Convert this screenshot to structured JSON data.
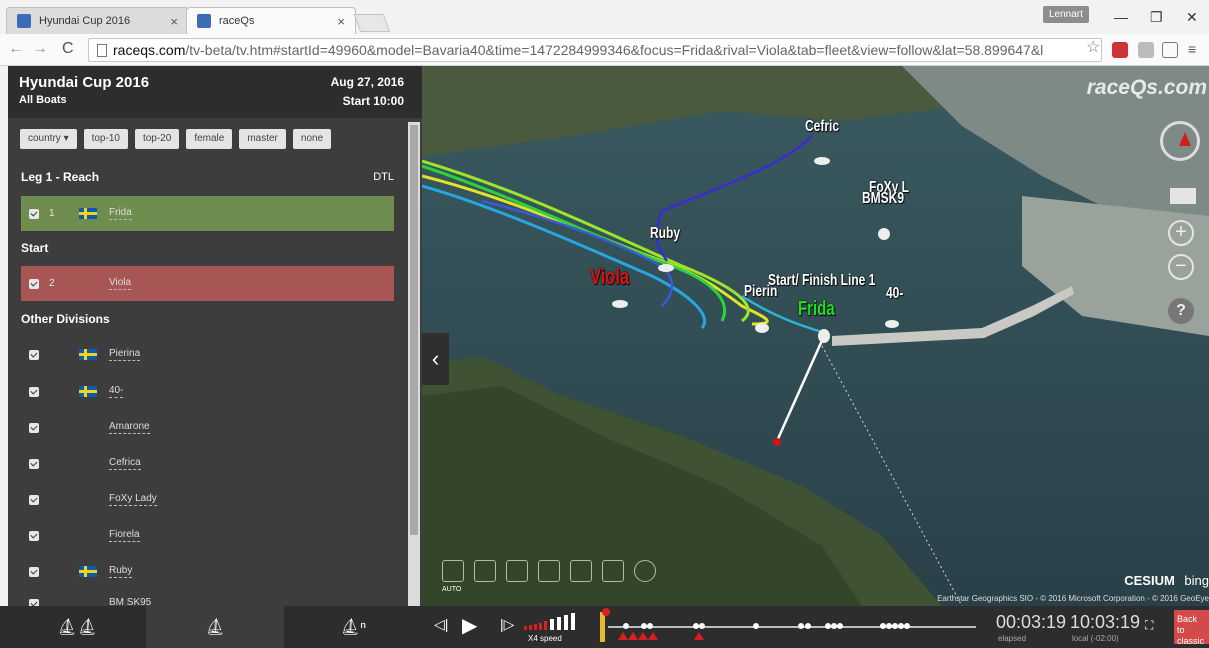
{
  "browser": {
    "tabs": [
      {
        "title": "Hyundai Cup 2016",
        "active": false
      },
      {
        "title": "raceQs",
        "active": true
      }
    ],
    "profile": "Lennart",
    "url_host": "raceqs.com",
    "url_path": "/tv-beta/tv.htm#startId=49960&model=Bavaria40&time=1472284999346&focus=Frida&rival=Viola&tab=fleet&view=follow&lat=58.899647&l"
  },
  "panel": {
    "title": "Hyundai Cup 2016",
    "subtitle": "All Boats",
    "date": "Aug 27, 2016",
    "start": "Start 10:00",
    "filters": [
      "country ▾",
      "top-10",
      "top-20",
      "female",
      "master",
      "none"
    ],
    "sections": {
      "leg": "Leg 1 - Reach",
      "leg_col": "DTL",
      "start": "Start",
      "other": "Other Divisions"
    },
    "leader": {
      "rank": "1",
      "name": "Frida"
    },
    "rival": {
      "rank": "2",
      "name": "Viola"
    },
    "boats": [
      {
        "name": "Pierina",
        "flag": true
      },
      {
        "name": "40-",
        "flag": true
      },
      {
        "name": "Amarone",
        "flag": false
      },
      {
        "name": "Cefrica",
        "flag": false
      },
      {
        "name": "FoXy Lady",
        "flag": false
      },
      {
        "name": "Fiorela",
        "flag": false
      },
      {
        "name": "Ruby",
        "flag": true
      },
      {
        "name": "BM SK95",
        "flag": false
      }
    ]
  },
  "map": {
    "logo": "raceQs.com",
    "labels": {
      "cefric": "Cefric",
      "foxy": "FoXy L",
      "bmsk9": "BMSK9",
      "ruby": "Ruby",
      "viola": "Viola",
      "pierin": "Pierin",
      "startline": "Start/ Finish Line 1",
      "forty": "40-",
      "frida": "Frida"
    },
    "auto": "AUTO",
    "cesium": "CESIUM",
    "bing": "bing",
    "attribution": "Earthstar Geographics SIO - © 2016 Microsoft Corporation - © 2016 GeoEye"
  },
  "bottom": {
    "speed": "X4 speed",
    "elapsed": "00:03:19",
    "elapsed_label": "elapsed",
    "local": "10:03:19",
    "local_label": "local (-02:00)",
    "back": "Back to classic"
  },
  "colors": {
    "leader_row": "#6f8d4e",
    "rival_row": "#a85555",
    "frida_label": "#22dd22",
    "viola_label": "#dd1111"
  }
}
